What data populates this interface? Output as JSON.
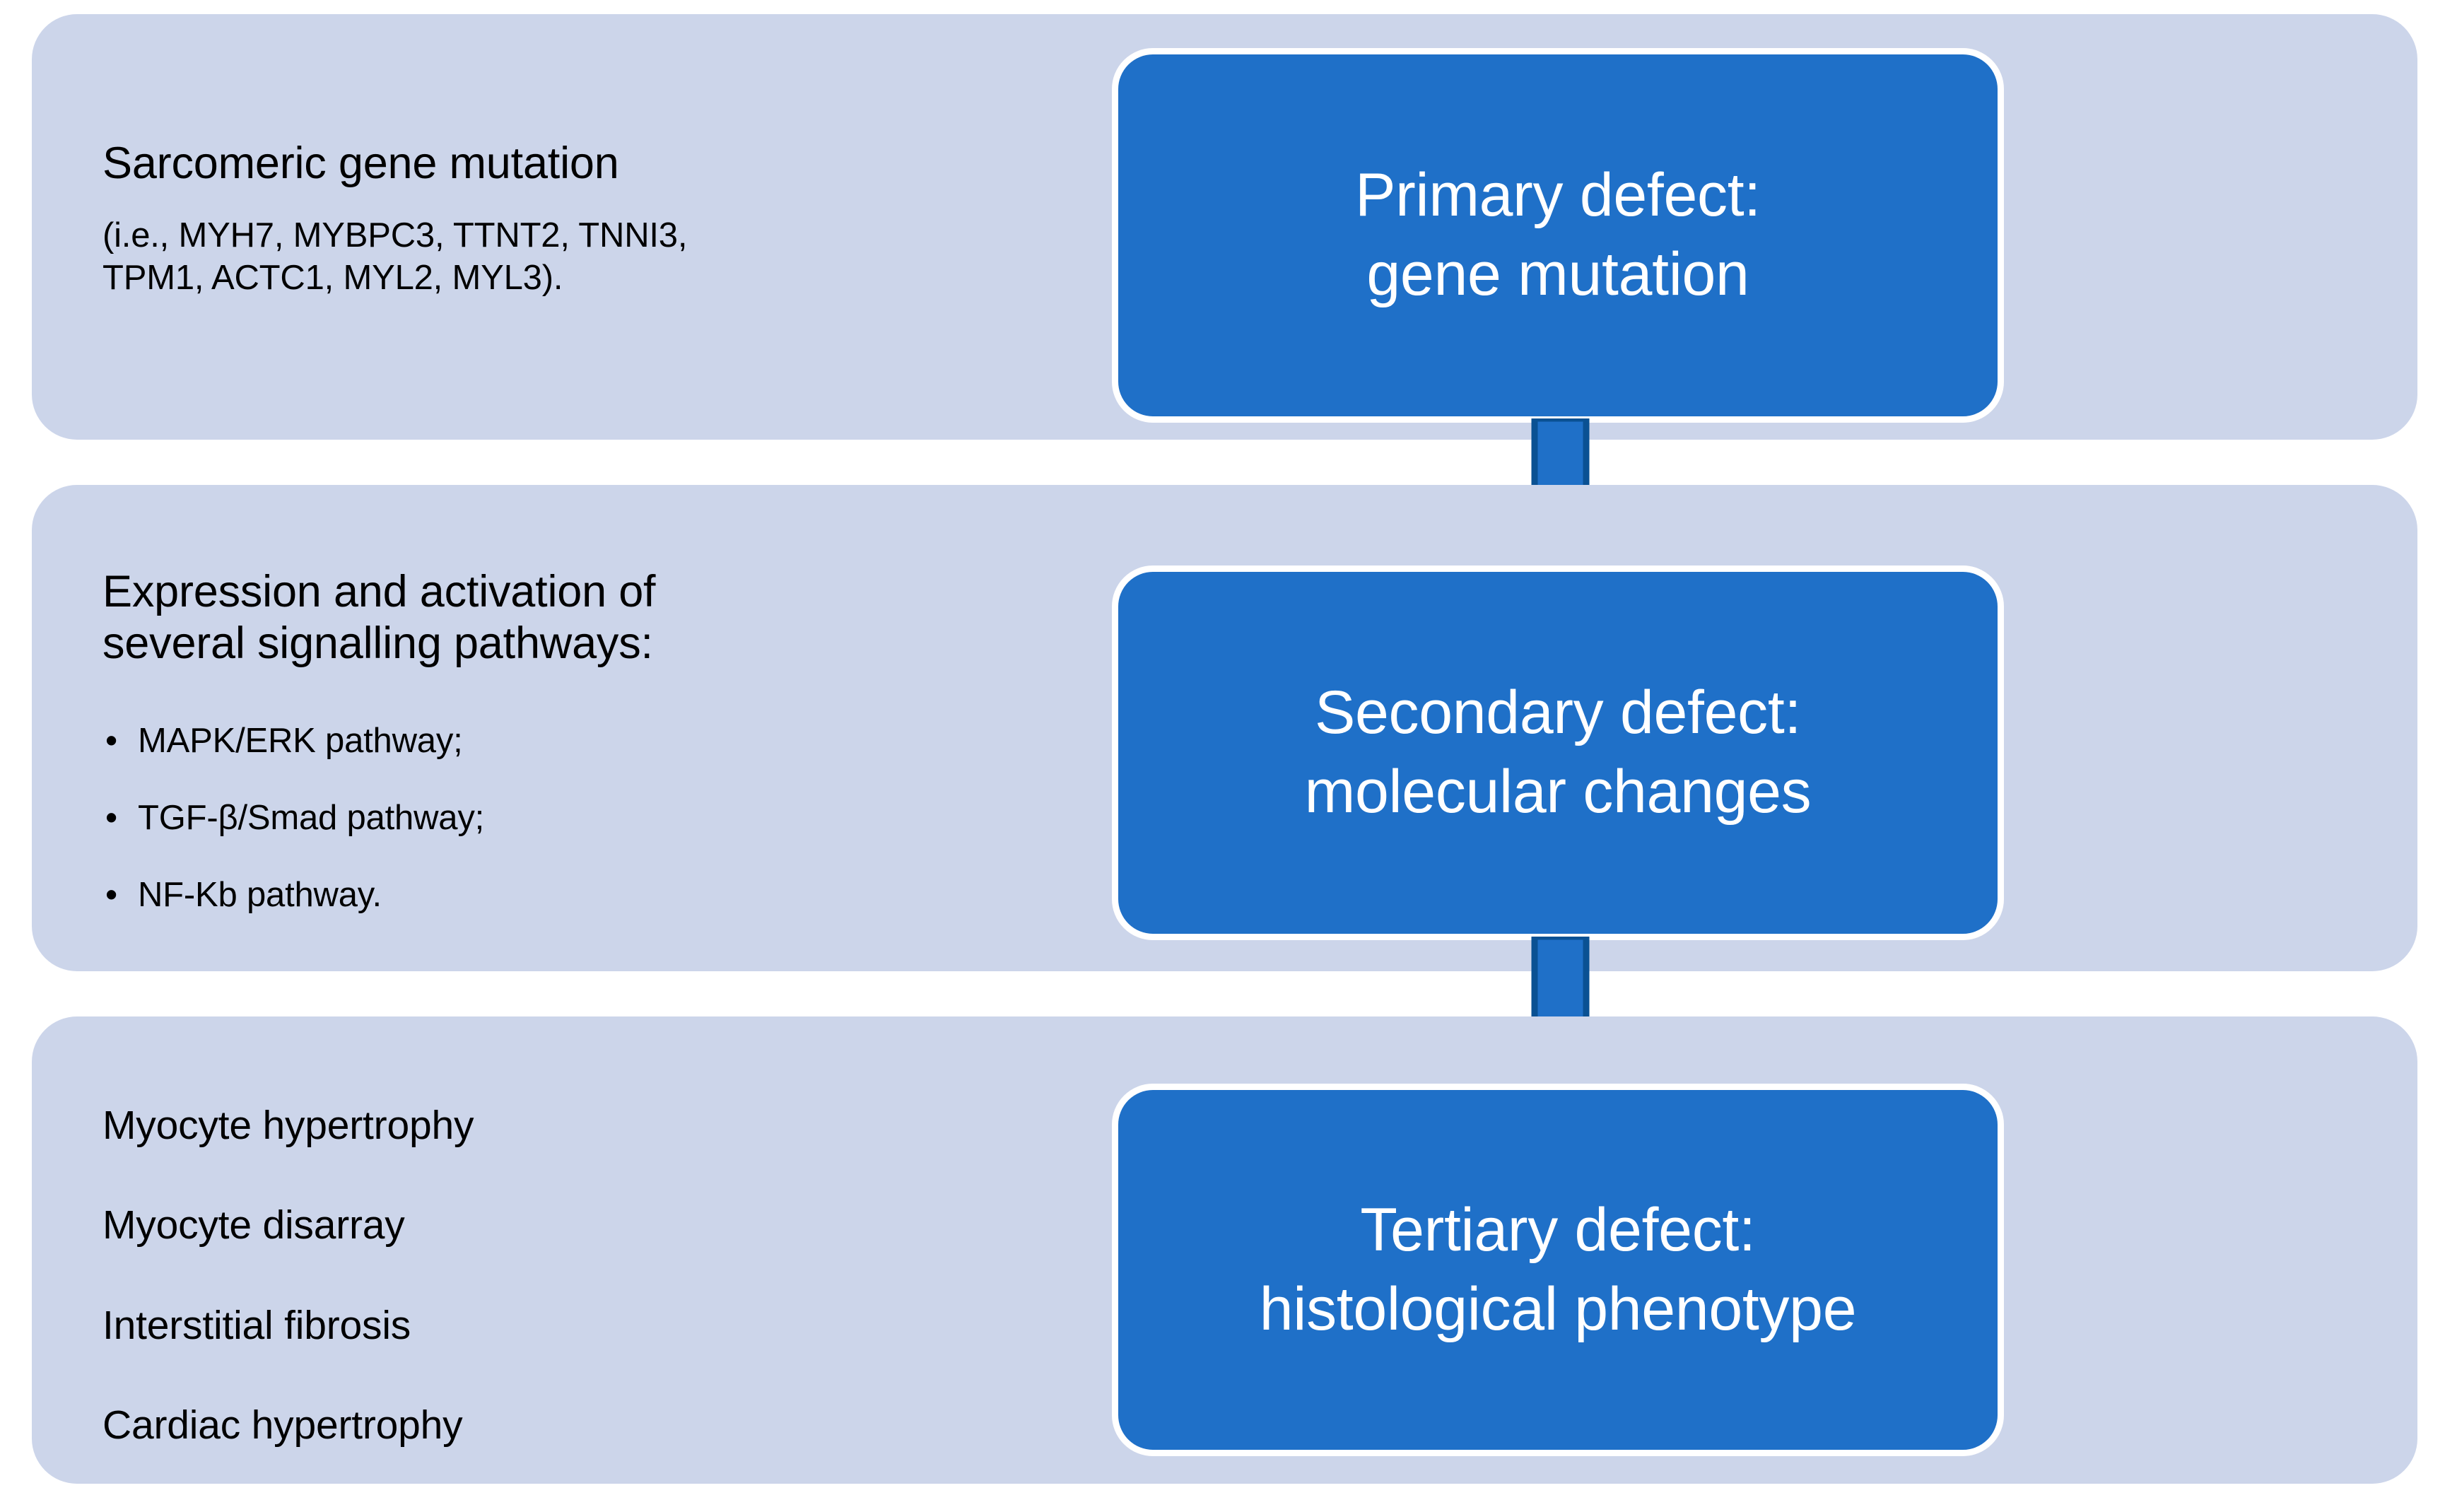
{
  "figure": {
    "type": "flow-diagram",
    "orientation": "vertical",
    "background_color": "#ffffff",
    "panel_color": "#ccd5ea",
    "box_color": "#1f70c8",
    "box_border_color": "#ffffff",
    "arrow_fill_color": "#1f70c8",
    "arrow_outline_color": "#0a5193",
    "panel_text_color": "#000000",
    "box_text_color": "#ffffff"
  },
  "rows": [
    {
      "id": "primary",
      "panel": {
        "heading": "Sarcomeric gene mutation",
        "subtext": "(i.e., MYH7, MYBPC3, TTNT2, TNNI3,\nTPM1, ACTC1, MYL2, MYL3)."
      },
      "box": {
        "label": "Primary defect:\ngene mutation",
        "line1": "Primary defect:",
        "line2": "gene mutation"
      }
    },
    {
      "id": "secondary",
      "panel": {
        "heading": "Expression and activation of\nseveral signalling pathways:",
        "bullets": [
          "MAPK/ERK pathway;",
          "TGF-β/Smad pathway;",
          "NF-Kb pathway."
        ],
        "bullet_glyph": "•"
      },
      "box": {
        "label": "Secondary defect:\nmolecular changes",
        "line1": "Secondary defect:",
        "line2": "molecular changes"
      }
    },
    {
      "id": "tertiary",
      "panel": {
        "lines": [
          "Myocyte hypertrophy",
          "Myocyte disarray",
          "Interstitial fibrosis",
          "Cardiac hypertrophy"
        ]
      },
      "box": {
        "label": "Tertiary defect:\nhistological phenotype",
        "line1": "Tertiary defect:",
        "line2": "histological phenotype"
      }
    }
  ],
  "arrows": [
    {
      "id": "arrow-primary-to-secondary",
      "direction": "down"
    },
    {
      "id": "arrow-secondary-to-tertiary",
      "direction": "down"
    }
  ]
}
